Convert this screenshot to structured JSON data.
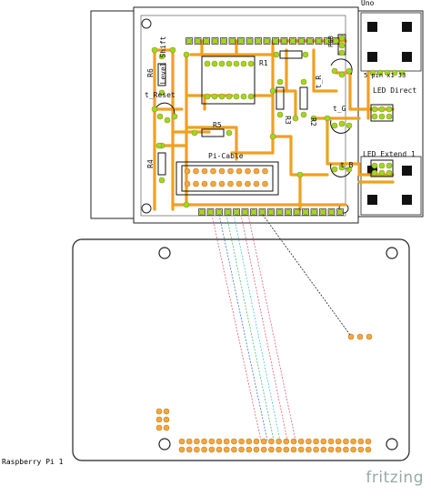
{
  "boards": {
    "uno_label": "Uno",
    "pi_label": "Raspberry Pi 1"
  },
  "pcb": {
    "level_shifter": "Level Shift",
    "pi_cable": "Pi-Cable",
    "r1": "R1",
    "r2": "R2",
    "r3": "R3",
    "r4": "R4",
    "r5": "R5",
    "r6": "R6",
    "t_reset": "t_Reset",
    "t_r": "t_R",
    "t_g": "t_G",
    "t_b": "t_B",
    "rgb": "RGB",
    "led_direct": "LED Direct",
    "led_extend": "LED Extend 1",
    "five_pin": "5 pin x1 J3"
  },
  "brand": "fritzing",
  "colors": {
    "trace": "#f0a020",
    "pad": "#8fe020",
    "pad_orange": "#f4a640",
    "wire_red": "#e86070",
    "wire_blue": "#4070e0",
    "wire_green": "#40c070",
    "wire_cyan": "#40c8d8",
    "wire_black": "#202020"
  }
}
